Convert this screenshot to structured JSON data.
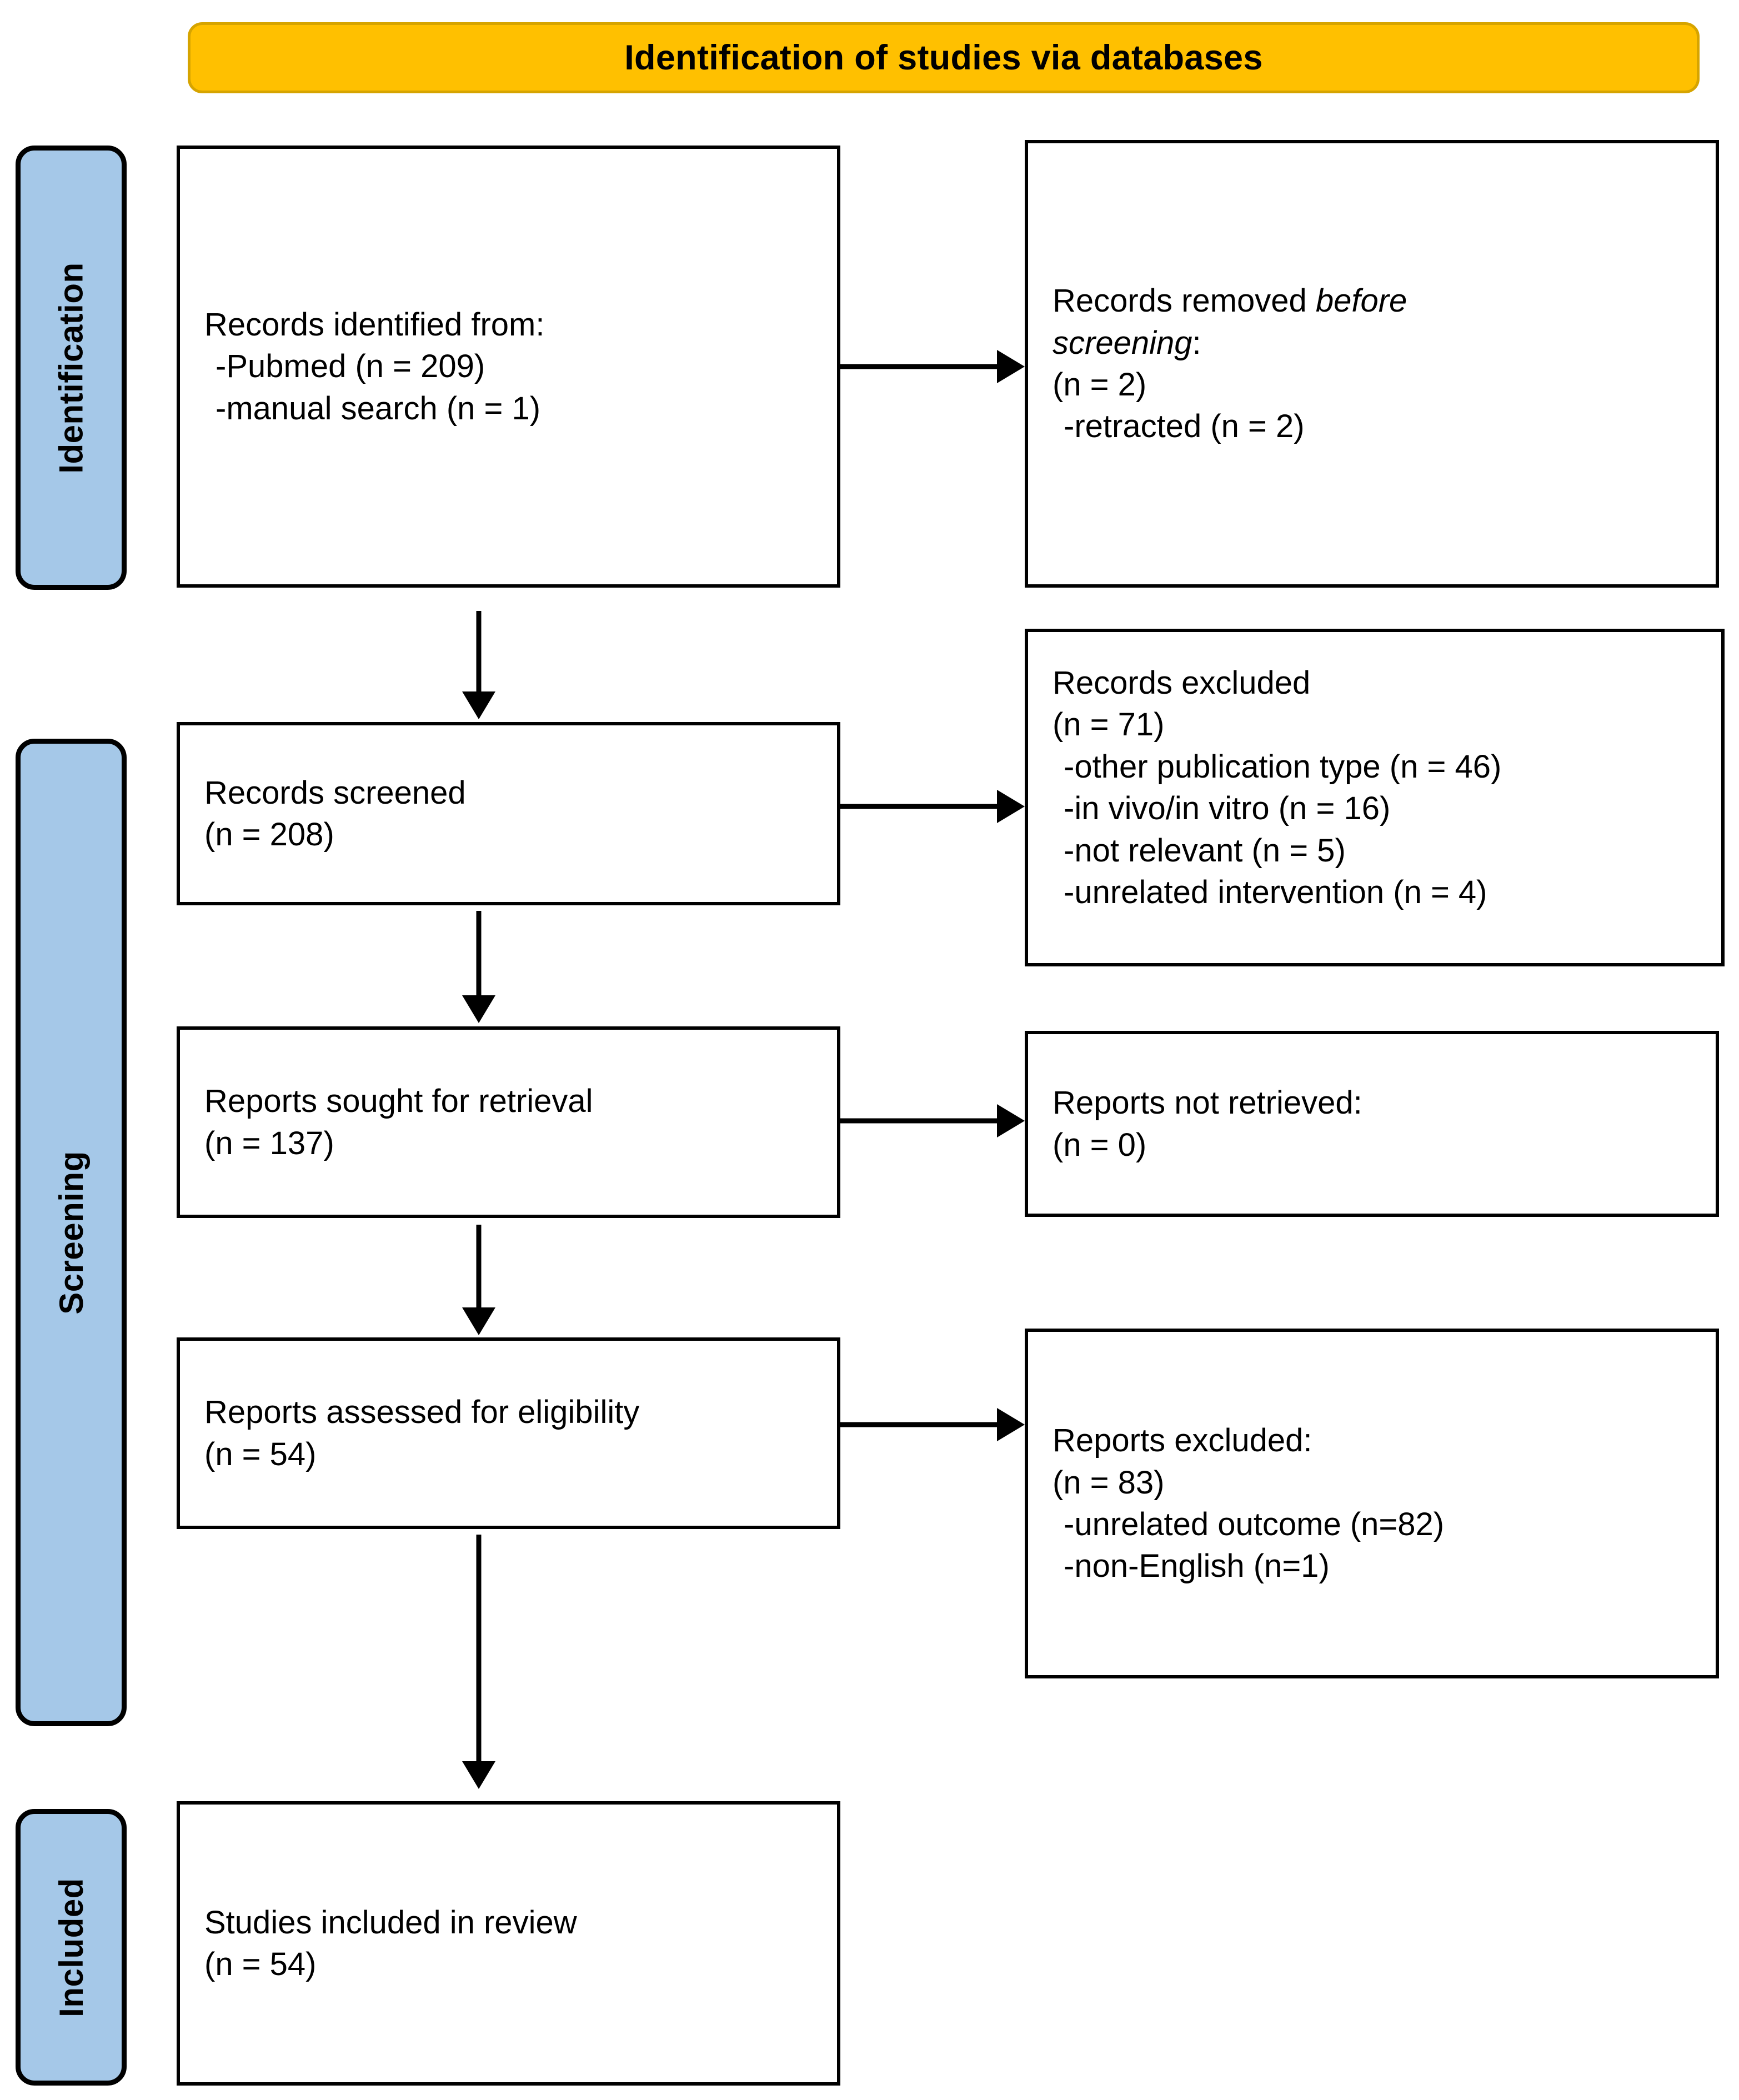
{
  "banner": {
    "title": "Identification of studies via databases",
    "fill_color": "#FFC000",
    "border_color": "#D6A400"
  },
  "stages": {
    "fill_color": "#A5C8E8",
    "identification": "Identification",
    "screening": "Screening",
    "included": "Included"
  },
  "boxes": {
    "records_identified": {
      "line1": "Records identified from:",
      "line2": "-Pubmed (n = 209)",
      "line3": "-manual search (n = 1)"
    },
    "records_removed": {
      "line1": "Records removed ",
      "line1_italic": "before",
      "line2_italic": "screening",
      "line2_tail": ":",
      "line3": "(n = 2)",
      "line4": "-retracted (n = 2)"
    },
    "records_screened": {
      "line1": "Records screened",
      "line2": "(n = 208)"
    },
    "records_excluded": {
      "line1": "Records excluded",
      "line2": "(n = 71)",
      "line3": "-other publication type (n = 46)",
      "line4": "-in vivo/in vitro (n = 16)",
      "line5": "-not relevant (n = 5)",
      "line6": "-unrelated intervention (n = 4)"
    },
    "reports_sought": {
      "line1": "Reports sought for retrieval",
      "line2": "(n = 137)"
    },
    "reports_not_retrieved": {
      "line1": "Reports not retrieved:",
      "line2": "(n = 0)"
    },
    "reports_assessed": {
      "line1": "Reports assessed for eligibility",
      "line2": "(n = 54)"
    },
    "reports_excluded": {
      "line1": "Reports excluded:",
      "line2": "(n = 83)",
      "line3": "-unrelated outcome (n=82)",
      "line4": "-non-English (n=1)"
    },
    "studies_included": {
      "line1": "Studies included in review",
      "line2": "(n = 54)"
    }
  }
}
